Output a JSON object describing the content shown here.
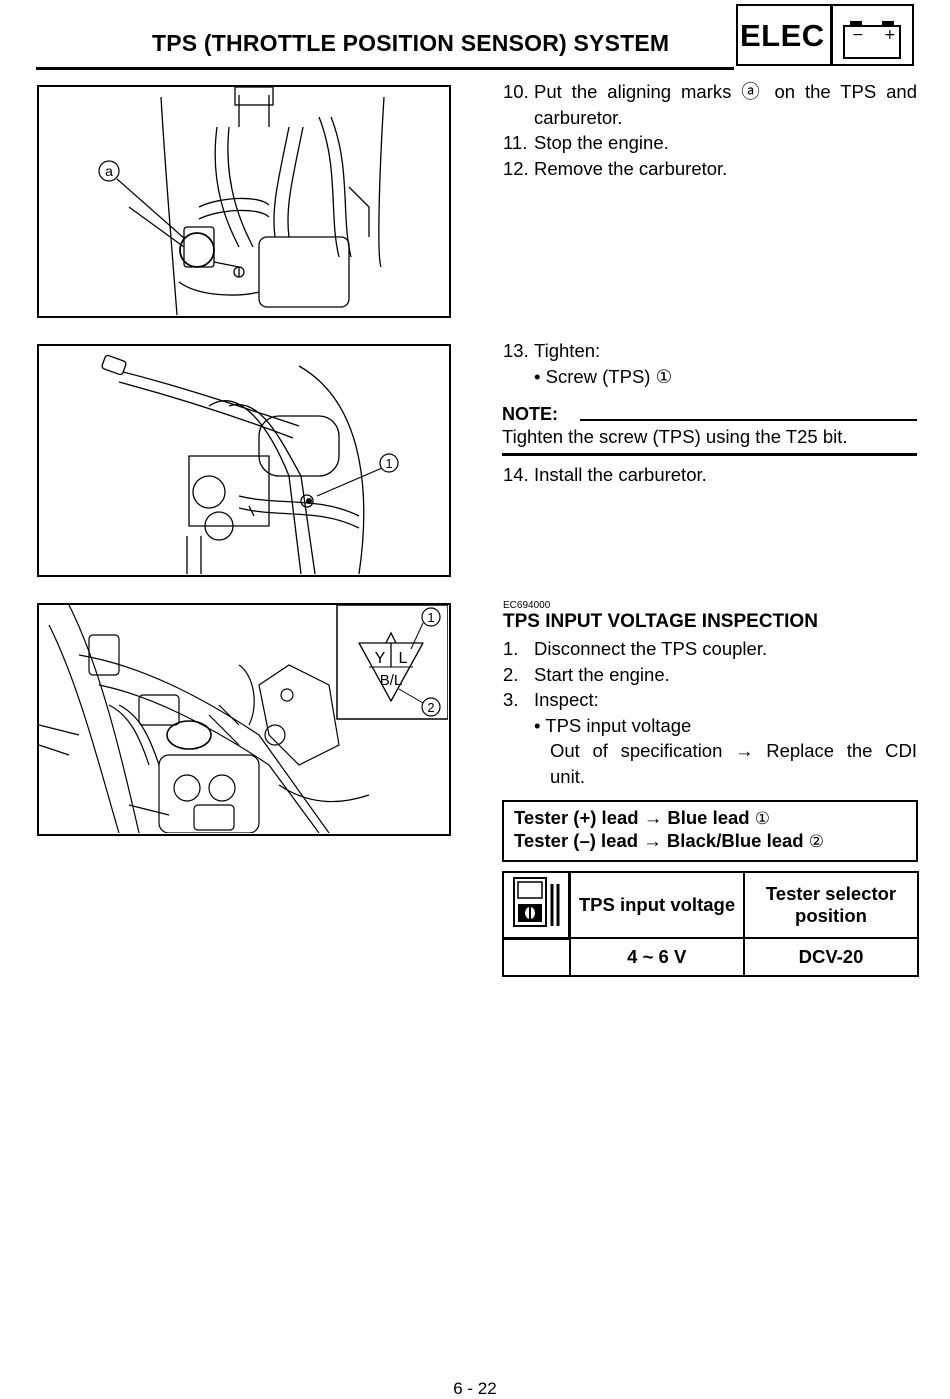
{
  "header": {
    "title": "TPS (THROTTLE POSITION SENSOR) SYSTEM",
    "badge": "ELEC",
    "battery_minus": "−",
    "battery_plus": "+"
  },
  "figures": {
    "fig1_label": "a",
    "fig2_label": "1",
    "fig3_label_1": "1",
    "fig3_label_2": "2",
    "coupler_y": "Y",
    "coupler_l": "L",
    "coupler_bl": "B/L"
  },
  "steps_a": [
    {
      "num": "10.",
      "line1": "Put the aligning marks ⓐ on the TPS and",
      "line2": "carburetor."
    },
    {
      "num": "11.",
      "line1": "Stop the engine."
    },
    {
      "num": "12.",
      "line1": "Remove the carburetor."
    }
  ],
  "steps_b": {
    "s13_num": "13.",
    "s13_text": "Tighten:",
    "s13_bullet": "• Screw (TPS) ①",
    "note_label": "NOTE:",
    "note_text": "Tighten the screw (TPS) using the T25 bit.",
    "s14_num": "14.",
    "s14_text": "Install the carburetor."
  },
  "section": {
    "code": "EC694000",
    "heading": "TPS INPUT VOLTAGE INSPECTION",
    "steps": [
      {
        "num": "1.",
        "text": "Disconnect the TPS coupler."
      },
      {
        "num": "2.",
        "text": "Start the engine."
      },
      {
        "num": "3.",
        "text": "Inspect:"
      }
    ],
    "bullet": "• TPS input voltage",
    "spec_line1": "Out of specification → Replace the CDI",
    "spec_line2": "unit."
  },
  "tester_box": {
    "line1": "Tester (+) lead → Blue lead",
    "line1_ref": "①",
    "line2": "Tester (–) lead → Black/Blue lead",
    "line2_ref": "②"
  },
  "spec_table": {
    "col1_header": "TPS input voltage",
    "col2_header": "Tester selector position",
    "value_voltage": "4 ~ 6 V",
    "value_position": "DCV-20"
  },
  "footer": {
    "page": "6 - 22"
  }
}
